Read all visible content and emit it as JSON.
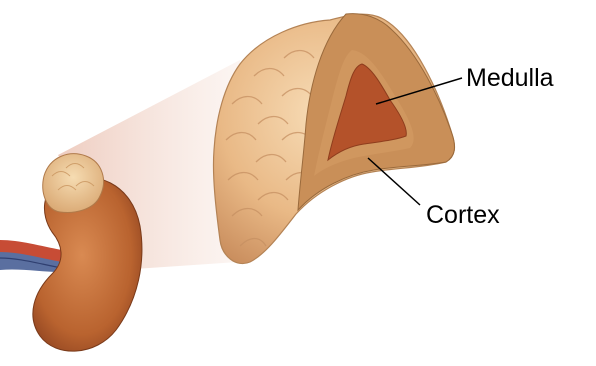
{
  "labels": {
    "medulla": "Medulla",
    "cortex": "Cortex"
  },
  "structures": {
    "kidney": "kidney-illustration",
    "adrenal_gland": "adrenal-gland-illustration",
    "section": "adrenal-cross-section-illustration"
  },
  "colors": {
    "cortex": "#c98f58",
    "medulla": "#b4522a",
    "gland_surface": "#e7b985",
    "kidney": "#bf6a35",
    "vein": "#5a6fa0",
    "artery": "#c74c35"
  }
}
